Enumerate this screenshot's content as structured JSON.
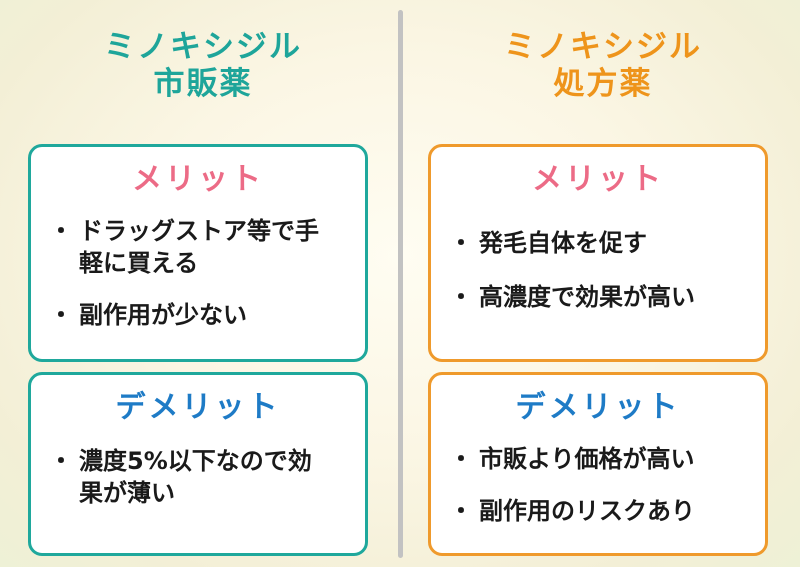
{
  "left": {
    "title": "ミノキシジル",
    "subtitle": "市販薬",
    "merit": {
      "heading": "メリット",
      "items": [
        "ドラッグストア等で手軽に買える",
        "副作用が少ない"
      ]
    },
    "demerit": {
      "heading": "デメリット",
      "items": [
        "濃度5%以下なので効果が薄い"
      ]
    }
  },
  "right": {
    "title": "ミノキシジル",
    "subtitle": "処方薬",
    "merit": {
      "heading": "メリット",
      "items": [
        "発毛自体を促す",
        "高濃度で効果が高い"
      ]
    },
    "demerit": {
      "heading": "デメリット",
      "items": [
        "市販より価格が高い",
        "副作用のリスクあり"
      ]
    }
  },
  "colors": {
    "green": "#1ea59a",
    "orange": "#ee941b",
    "pink": "#ec6b86",
    "blue": "#1e7bc6",
    "divider": "#c2c2c2"
  }
}
